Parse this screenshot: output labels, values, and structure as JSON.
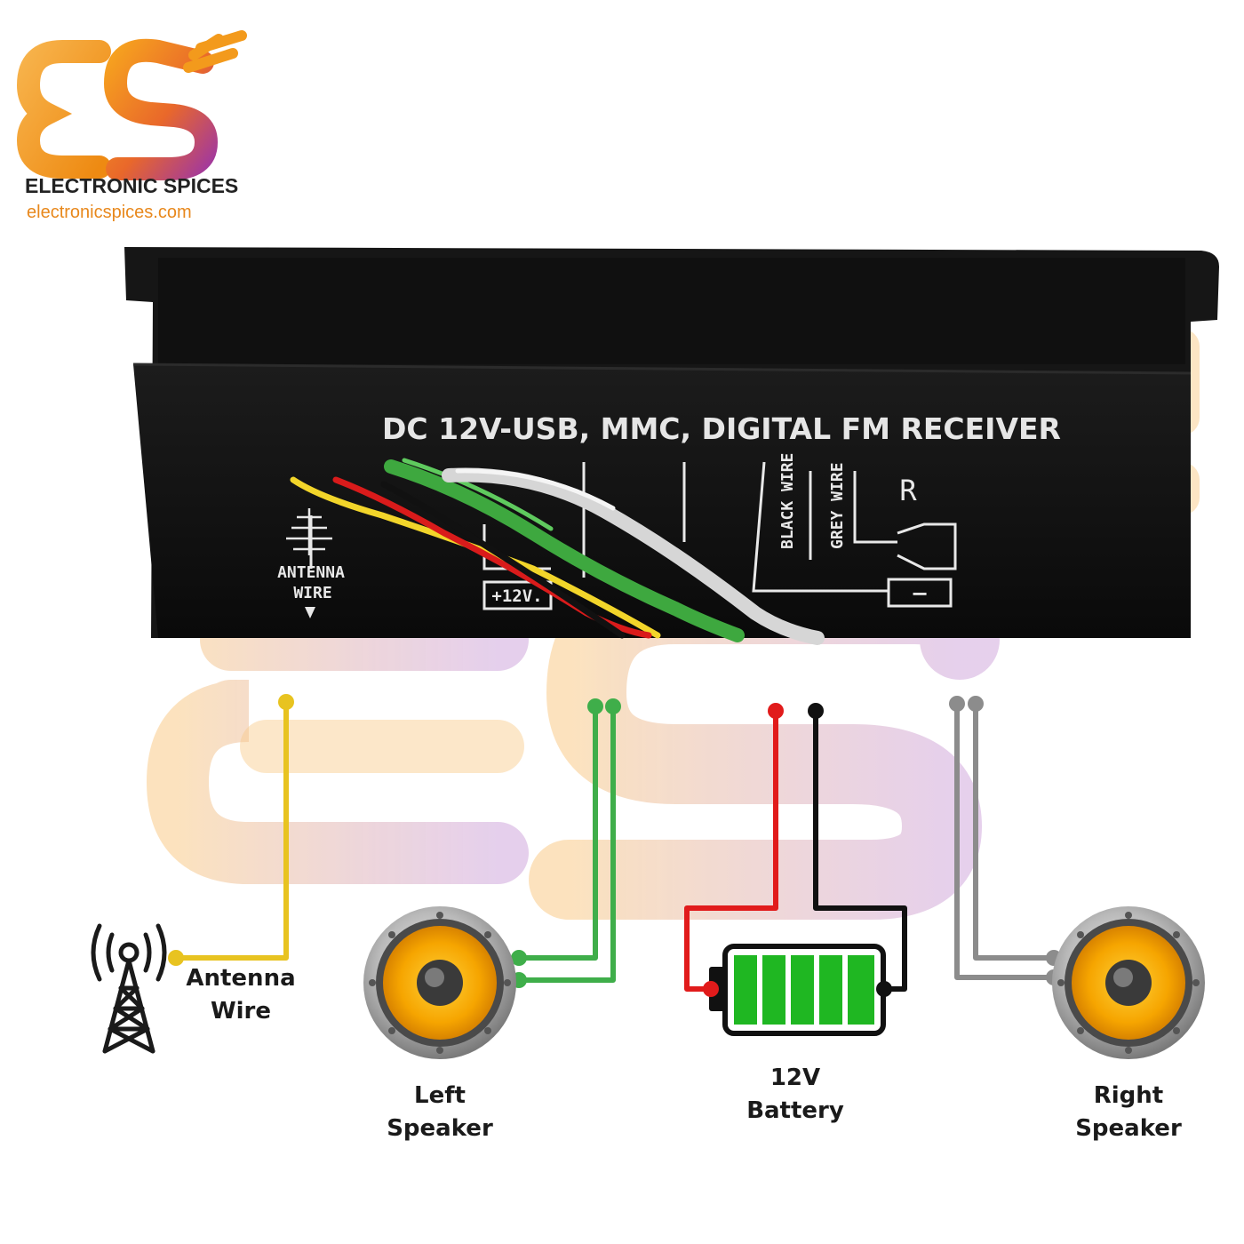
{
  "brand": {
    "logo_letters": "ES",
    "name": "ELECTRONIC SPICES",
    "url": "electronicspices.com",
    "accent_color": "#f39a1c",
    "accent_color_2": "#b9419b"
  },
  "module": {
    "title": "DC 12V-USB, MMC, DIGITAL FM RECEIVER",
    "antenna_label_line1": "ANTENNA",
    "antenna_label_line2": "WIRE",
    "power_label": "+12V.",
    "black_wire_label": "BLACK WIRE",
    "grey_wire_label": "GREY WIRE",
    "right_channel_label": "R",
    "minus_label": "−"
  },
  "wire_colors": {
    "antenna": "#e8c320",
    "left_speaker": "#3fae4a",
    "battery_positive": "#e11b1b",
    "battery_negative": "#111111",
    "right_speaker": "#8c8c8c"
  },
  "components": {
    "antenna": {
      "label_line1": "Antenna",
      "label_line2": "Wire",
      "icon": "radio-tower-icon"
    },
    "left_speaker": {
      "label_line1": "Left",
      "label_line2": "Speaker",
      "icon": "speaker-icon"
    },
    "battery": {
      "label_line1": "12V",
      "label_line2": "Battery",
      "icon": "battery-icon"
    },
    "right_speaker": {
      "label_line1": "Right",
      "label_line2": "Speaker",
      "icon": "speaker-icon"
    }
  }
}
